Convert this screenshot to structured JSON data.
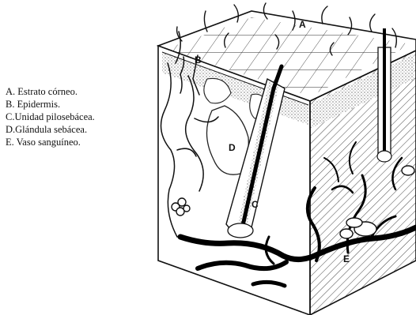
{
  "legend": [
    "A. Estrato córneo.",
    "B. Epidermis.",
    "C.Unidad pilosebácea.",
    "D.Glándula sebácea.",
    "E. Vaso sanguíneo."
  ],
  "labels": {
    "a": "A",
    "b": "B",
    "c": "C",
    "d": "D",
    "e": "E"
  }
}
